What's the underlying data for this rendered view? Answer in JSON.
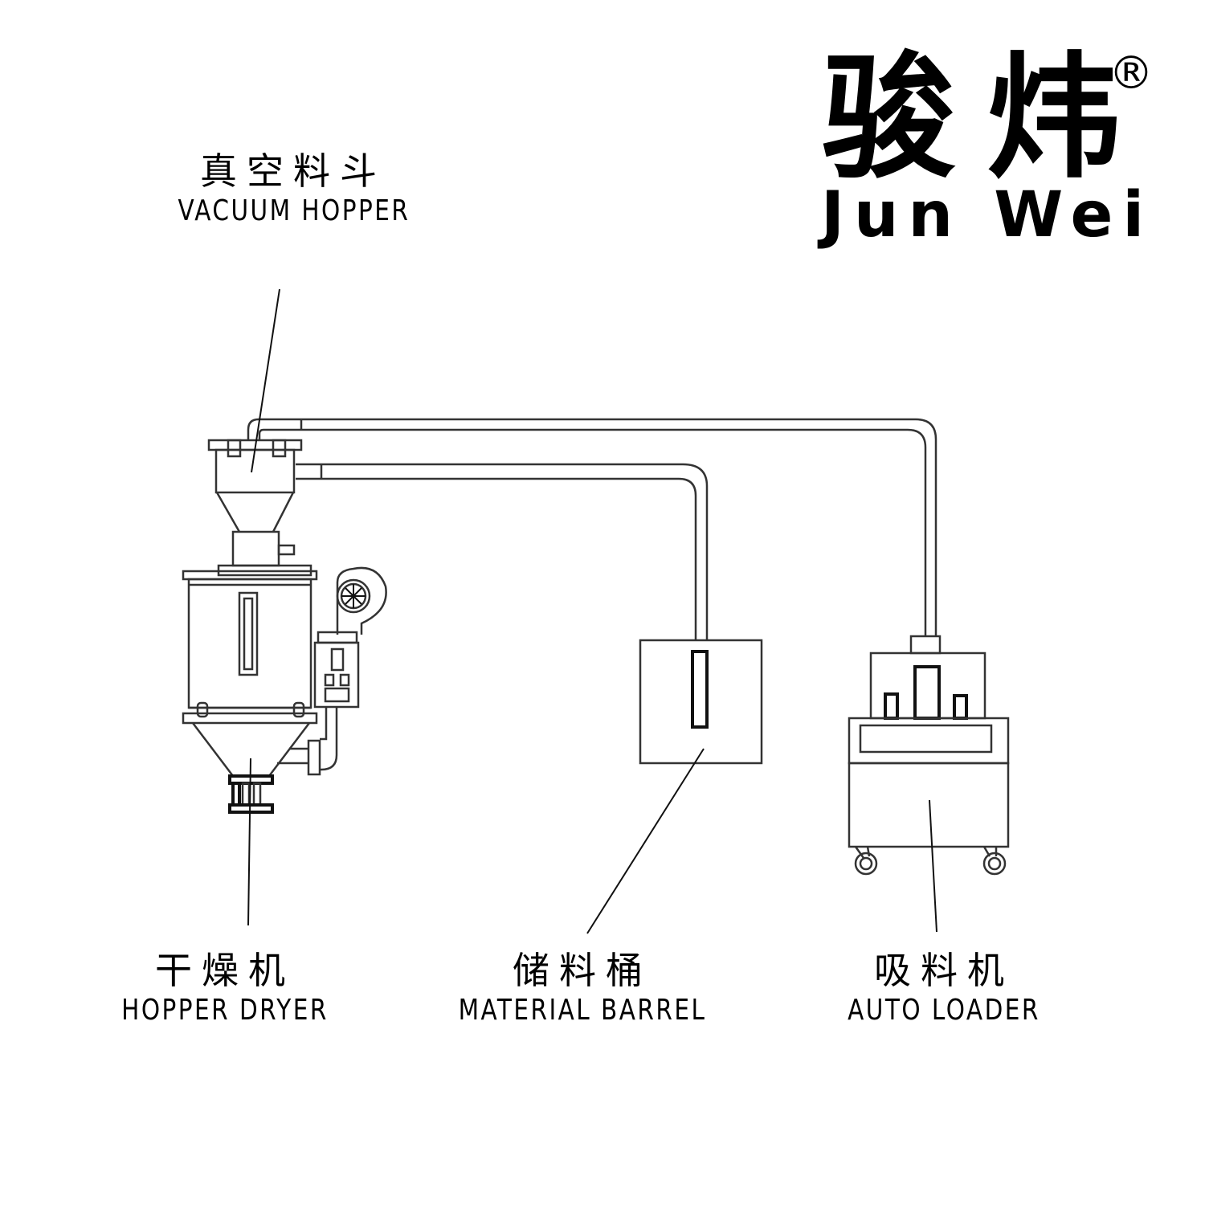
{
  "logo": {
    "chinese": "骏炜",
    "registered_mark": "®",
    "english": "Jun Wei"
  },
  "labels": {
    "vacuum_hopper": {
      "cn": "真空料斗",
      "en": "VACUUM HOPPER"
    },
    "hopper_dryer": {
      "cn": "干燥机",
      "en": "HOPPER DRYER"
    },
    "material_barrel": {
      "cn": "储料桶",
      "en": "MATERIAL BARREL"
    },
    "auto_loader": {
      "cn": "吸料机",
      "en": "AUTO LOADER"
    }
  },
  "colors": {
    "line": "#333333",
    "background": "#ffffff",
    "text": "#000000"
  }
}
